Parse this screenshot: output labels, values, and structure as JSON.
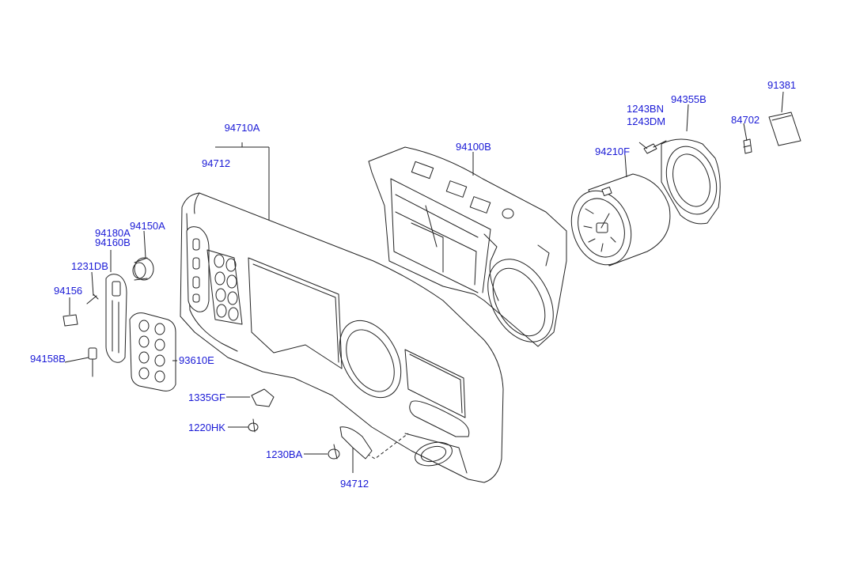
{
  "labels": {
    "p94710A": "94710A",
    "p94712_top": "94712",
    "p94100B": "94100B",
    "p1243BN": "1243BN",
    "p1243DM": "1243DM",
    "p94355B": "94355B",
    "p91381": "91381",
    "p84702": "84702",
    "p94210F": "94210F",
    "p94180A": "94180A",
    "p94160B": "94160B",
    "p94150A": "94150A",
    "p1231DB": "1231DB",
    "p94156": "94156",
    "p94158B": "94158B",
    "p93610E": "93610E",
    "p1335GF": "1335GF",
    "p1220HK": "1220HK",
    "p1230BA": "1230BA",
    "p94712_bottom": "94712"
  }
}
